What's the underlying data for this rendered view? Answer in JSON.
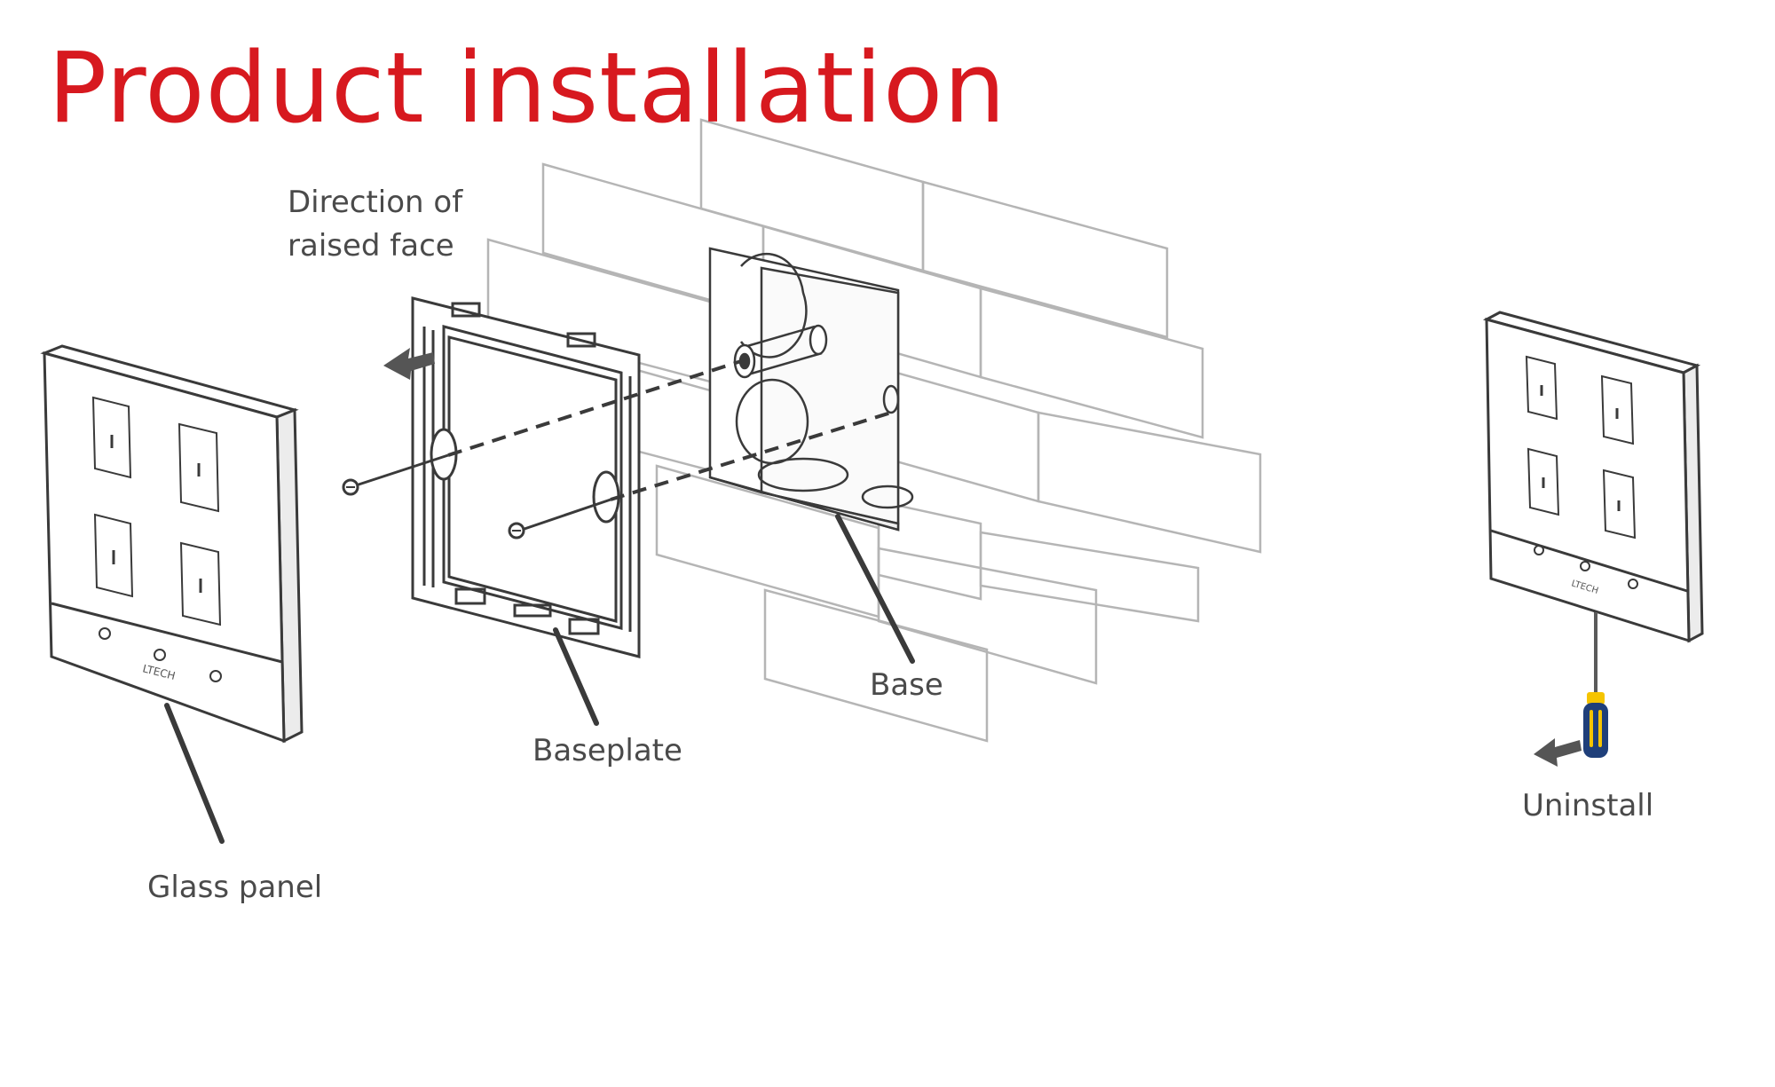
{
  "title": "Product installation",
  "labels": {
    "direction_line1": "Direction of",
    "direction_line2": "raised face",
    "base": "Base",
    "baseplate": "Baseplate",
    "glass_panel": "Glass panel",
    "uninstall": "Uninstall"
  },
  "brand_mark": "LTECH",
  "colors": {
    "title": "#d7191f",
    "label_text": "#4a4a4a",
    "line_art": "#3a3a3a",
    "brick_lines": "#b5b5b5",
    "screwdriver_handle": "#1f3f7a",
    "screwdriver_accent": "#f5c400"
  },
  "icons": {
    "arrow_direction": "arrow-left-icon",
    "arrow_uninstall": "arrow-left-icon",
    "screwdriver": "screwdriver-icon",
    "screw": "screw-icon"
  }
}
